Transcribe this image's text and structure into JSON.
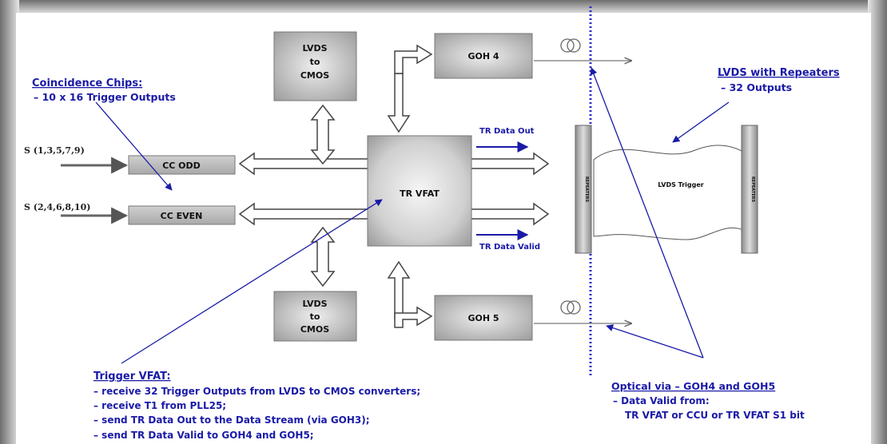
{
  "blocks": {
    "lvds_to_cmos_top": [
      "LVDS",
      "to",
      "CMOS"
    ],
    "lvds_to_cmos_bottom": [
      "LVDS",
      "to",
      "CMOS"
    ],
    "goh4": "GOH 4",
    "goh5": "GOH 5",
    "cc_odd": "CC ODD",
    "cc_even": "CC EVEN",
    "tr_vfat": "TR VFAT",
    "repeaters_left": "REPEATERS",
    "repeaters_right": "REPEATERS",
    "lvds_trigger": "LVDS Trigger"
  },
  "signals": {
    "s_odd": "S (1,3,5,7,9)",
    "s_even": "S (2,4,6,8,10)",
    "tr_data_out": "TR Data Out",
    "tr_data_valid": "TR Data Valid"
  },
  "notes": {
    "coincidence": {
      "title": "Coincidence Chips:",
      "lines": [
        "– 10 x 16 Trigger Outputs"
      ]
    },
    "lvds_repeaters": {
      "title": "LVDS with Repeaters",
      "lines": [
        "– 32 Outputs"
      ]
    },
    "trigger_vfat": {
      "title": "Trigger VFAT:",
      "lines": [
        "– receive 32 Trigger Outputs from LVDS to CMOS converters;",
        "– receive T1 from PLL25;",
        "– send TR Data Out to the Data Stream (via GOH3);",
        "– send TR Data Valid to GOH4 and GOH5;"
      ]
    },
    "optical": {
      "title": "Optical via – GOH4 and GOH5",
      "lines": [
        "– Data Valid from:",
        "TR VFAT or CCU or TR VFAT S1 bit"
      ]
    }
  },
  "colors": {
    "annotation_blue": "#1a1aa8",
    "divider_blue": "#2a2ad0",
    "box_gray": "#b9b9b9",
    "frame_gray": "#9a9a9a"
  }
}
